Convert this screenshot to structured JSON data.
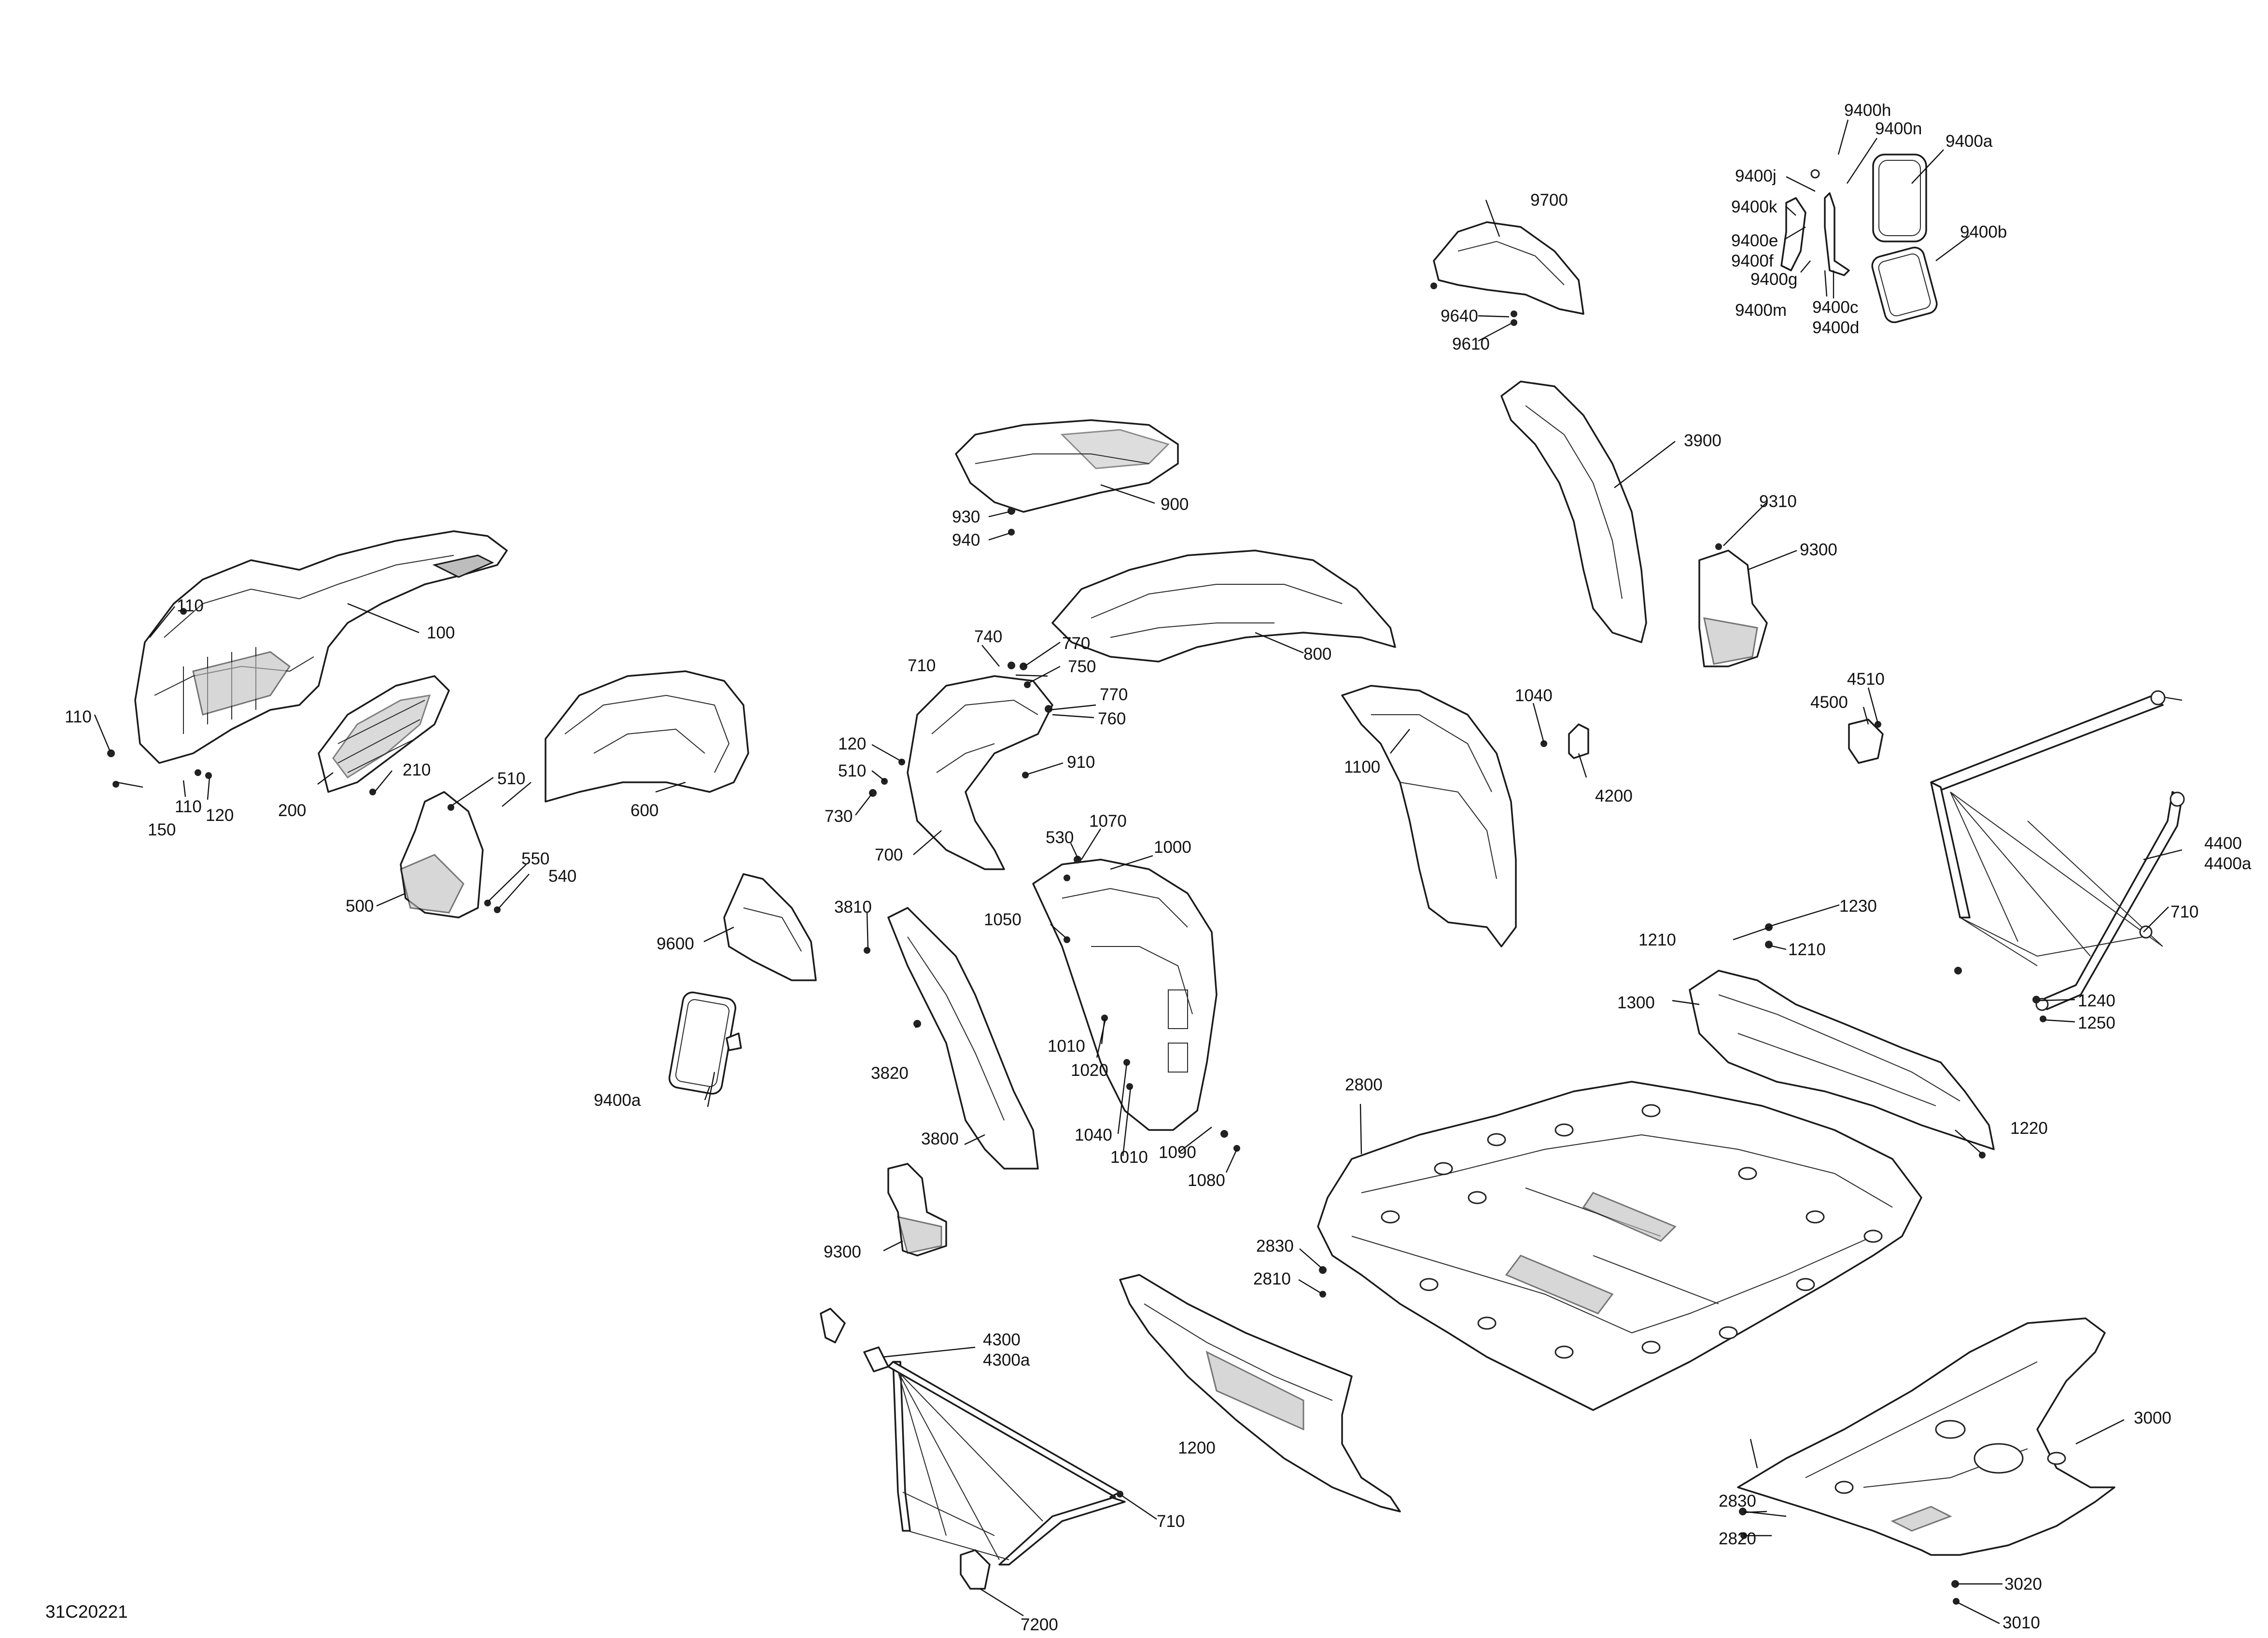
{
  "diagram_code": "31C20221",
  "callouts": [
    {
      "id": "c9400h",
      "text": "9400h"
    },
    {
      "id": "c9400n",
      "text": "9400n"
    },
    {
      "id": "c9400a_top",
      "text": "9400a"
    },
    {
      "id": "c9400j",
      "text": "9400j"
    },
    {
      "id": "c9400k",
      "text": "9400k"
    },
    {
      "id": "c9400e",
      "text": "9400e"
    },
    {
      "id": "c9400f",
      "text": "9400f"
    },
    {
      "id": "c9400g",
      "text": "9400g"
    },
    {
      "id": "c9400m",
      "text": "9400m"
    },
    {
      "id": "c9400c",
      "text": "9400c"
    },
    {
      "id": "c9400d",
      "text": "9400d"
    },
    {
      "id": "c9400b",
      "text": "9400b"
    },
    {
      "id": "c9700",
      "text": "9700"
    },
    {
      "id": "c9640",
      "text": "9640"
    },
    {
      "id": "c9610",
      "text": "9610"
    },
    {
      "id": "c3900",
      "text": "3900"
    },
    {
      "id": "c9310",
      "text": "9310"
    },
    {
      "id": "c9300_right",
      "text": "9300"
    },
    {
      "id": "c900",
      "text": "900"
    },
    {
      "id": "c930",
      "text": "930"
    },
    {
      "id": "c940",
      "text": "940"
    },
    {
      "id": "c800",
      "text": "800"
    },
    {
      "id": "c100",
      "text": "100"
    },
    {
      "id": "c110_a",
      "text": "110"
    },
    {
      "id": "c110_b",
      "text": "110"
    },
    {
      "id": "c110_c",
      "text": "110"
    },
    {
      "id": "c150",
      "text": "150"
    },
    {
      "id": "c120_a",
      "text": "120"
    },
    {
      "id": "c200",
      "text": "200"
    },
    {
      "id": "c210",
      "text": "210"
    },
    {
      "id": "c600",
      "text": "600"
    },
    {
      "id": "c510_a",
      "text": "510"
    },
    {
      "id": "c550",
      "text": "550"
    },
    {
      "id": "c540",
      "text": "540"
    },
    {
      "id": "c500",
      "text": "500"
    },
    {
      "id": "c740",
      "text": "740"
    },
    {
      "id": "c770_a",
      "text": "770"
    },
    {
      "id": "c710_a",
      "text": "710"
    },
    {
      "id": "c750",
      "text": "750"
    },
    {
      "id": "c770_b",
      "text": "770"
    },
    {
      "id": "c760",
      "text": "760"
    },
    {
      "id": "c120_b",
      "text": "120"
    },
    {
      "id": "c510_b",
      "text": "510"
    },
    {
      "id": "c910",
      "text": "910"
    },
    {
      "id": "c730",
      "text": "730"
    },
    {
      "id": "c700",
      "text": "700"
    },
    {
      "id": "c1100",
      "text": "1100"
    },
    {
      "id": "c1040_a",
      "text": "1040"
    },
    {
      "id": "c4200",
      "text": "4200"
    },
    {
      "id": "c4510",
      "text": "4510"
    },
    {
      "id": "c4500",
      "text": "4500"
    },
    {
      "id": "c4400",
      "text": "4400"
    },
    {
      "id": "c4400a",
      "text": "4400a"
    },
    {
      "id": "c710_b",
      "text": "710"
    },
    {
      "id": "c1240",
      "text": "1240"
    },
    {
      "id": "c1250",
      "text": "1250"
    },
    {
      "id": "c530",
      "text": "530"
    },
    {
      "id": "c1070",
      "text": "1070"
    },
    {
      "id": "c1000",
      "text": "1000"
    },
    {
      "id": "c1050",
      "text": "1050"
    },
    {
      "id": "c3810",
      "text": "3810"
    },
    {
      "id": "c9600",
      "text": "9600"
    },
    {
      "id": "c1010_a",
      "text": "1010"
    },
    {
      "id": "c1020",
      "text": "1020"
    },
    {
      "id": "c3820",
      "text": "3820"
    },
    {
      "id": "c9400a_left",
      "text": "9400a"
    },
    {
      "id": "c3800",
      "text": "3800"
    },
    {
      "id": "c1040_b",
      "text": "1040"
    },
    {
      "id": "c1010_b",
      "text": "1010"
    },
    {
      "id": "c1090",
      "text": "1090"
    },
    {
      "id": "c1080",
      "text": "1080"
    },
    {
      "id": "c1230",
      "text": "1230"
    },
    {
      "id": "c1210_a",
      "text": "1210"
    },
    {
      "id": "c1210_b",
      "text": "1210"
    },
    {
      "id": "c1300",
      "text": "1300"
    },
    {
      "id": "c1220",
      "text": "1220"
    },
    {
      "id": "c2800",
      "text": "2800"
    },
    {
      "id": "c2830_a",
      "text": "2830"
    },
    {
      "id": "c2810",
      "text": "2810"
    },
    {
      "id": "c9300_left",
      "text": "9300"
    },
    {
      "id": "c4300",
      "text": "4300"
    },
    {
      "id": "c4300a",
      "text": "4300a"
    },
    {
      "id": "c1200",
      "text": "1200"
    },
    {
      "id": "c710_c",
      "text": "710"
    },
    {
      "id": "c7200",
      "text": "7200"
    },
    {
      "id": "c3000",
      "text": "3000"
    },
    {
      "id": "c2830_b",
      "text": "2830"
    },
    {
      "id": "c2820",
      "text": "2820"
    },
    {
      "id": "c3020",
      "text": "3020"
    },
    {
      "id": "c3010",
      "text": "3010"
    }
  ]
}
